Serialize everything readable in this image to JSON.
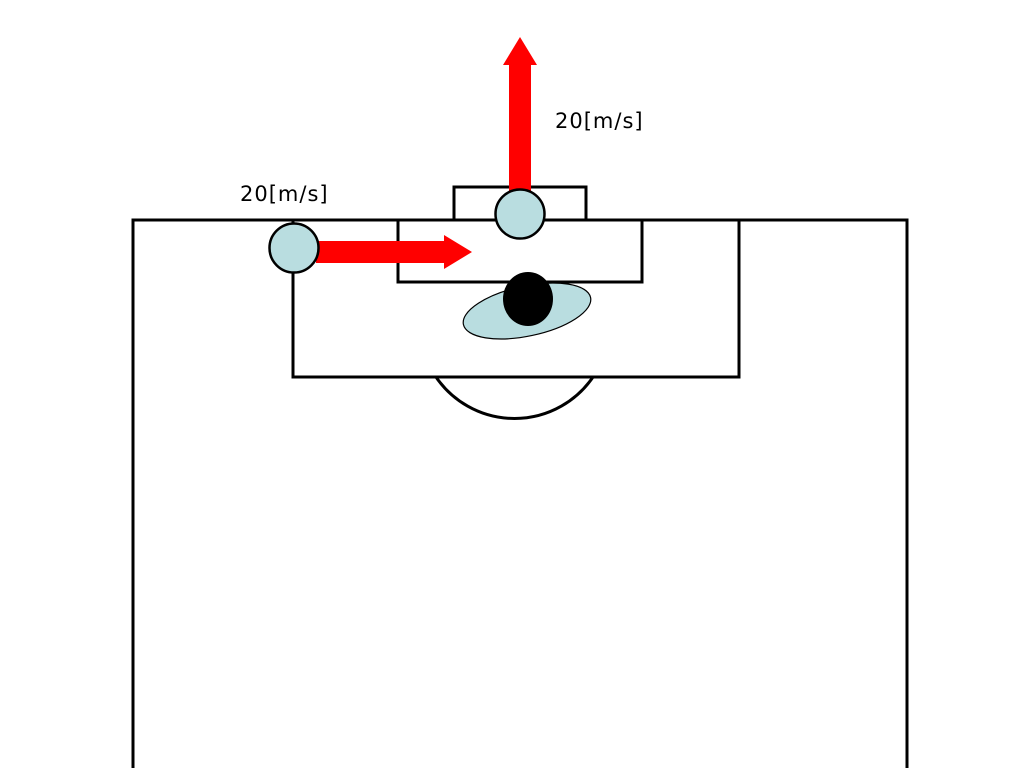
{
  "colors": {
    "lines": "#000000",
    "field": "#ffffff",
    "player_fill": "#b9dde0",
    "arrow": "#ff0000",
    "ball": "#000000",
    "shadow": "#b9dde0"
  },
  "players": {
    "left": {
      "speed_label": "20[m/s]",
      "direction": "right"
    },
    "top": {
      "speed_label": "20[m/s]",
      "direction": "up"
    }
  }
}
